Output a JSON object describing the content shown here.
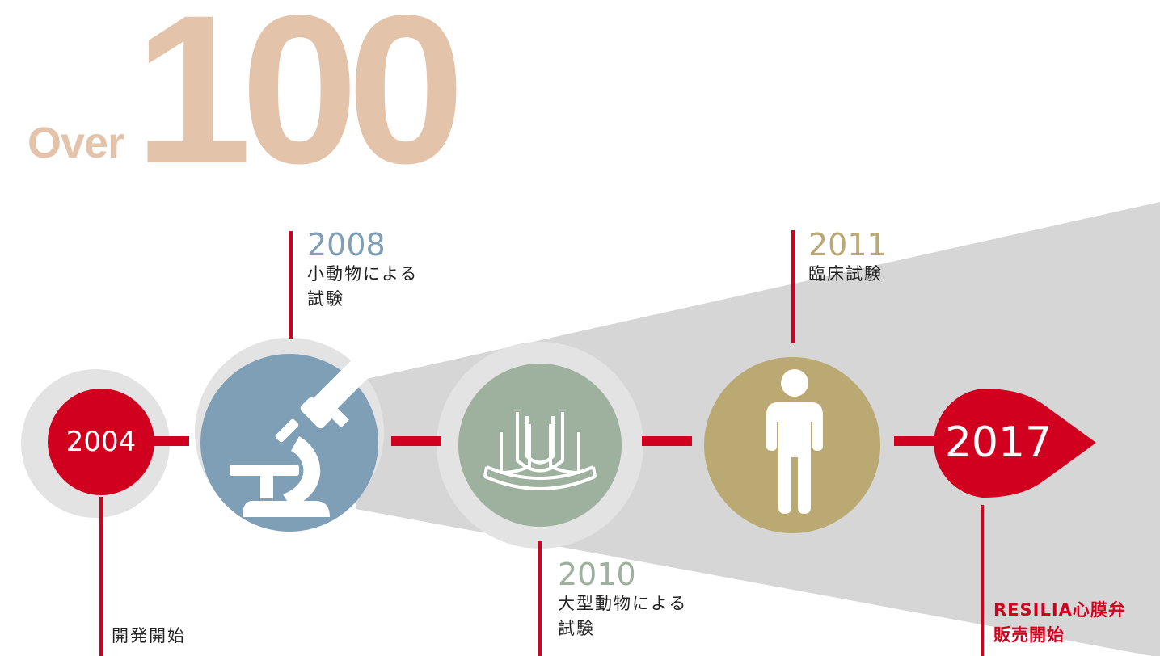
{
  "hero": {
    "prefix": "Over",
    "number": "100"
  },
  "milestones": [
    {
      "year": "2004",
      "desc": [
        "開発開始"
      ],
      "icon": "year-badge"
    },
    {
      "year": "2008",
      "desc": [
        "小動物による",
        "試験"
      ],
      "icon": "microscope-icon"
    },
    {
      "year": "2010",
      "desc": [
        "大型動物による",
        "試験"
      ],
      "icon": "heart-valve-icon"
    },
    {
      "year": "2011",
      "desc": [
        "臨床試験"
      ],
      "icon": "person-icon"
    },
    {
      "year": "2017",
      "desc": [
        "RESILIA心膜弁",
        "販売開始"
      ],
      "icon": "year-badge"
    }
  ],
  "colors": {
    "red": "#d2001f",
    "blue": "#7f9fb7",
    "green": "#9eb19e",
    "gold": "#bba973",
    "peach": "#e3c3aa",
    "grey": "#e3e3e3",
    "dark_grey": "#d6d6d6"
  }
}
